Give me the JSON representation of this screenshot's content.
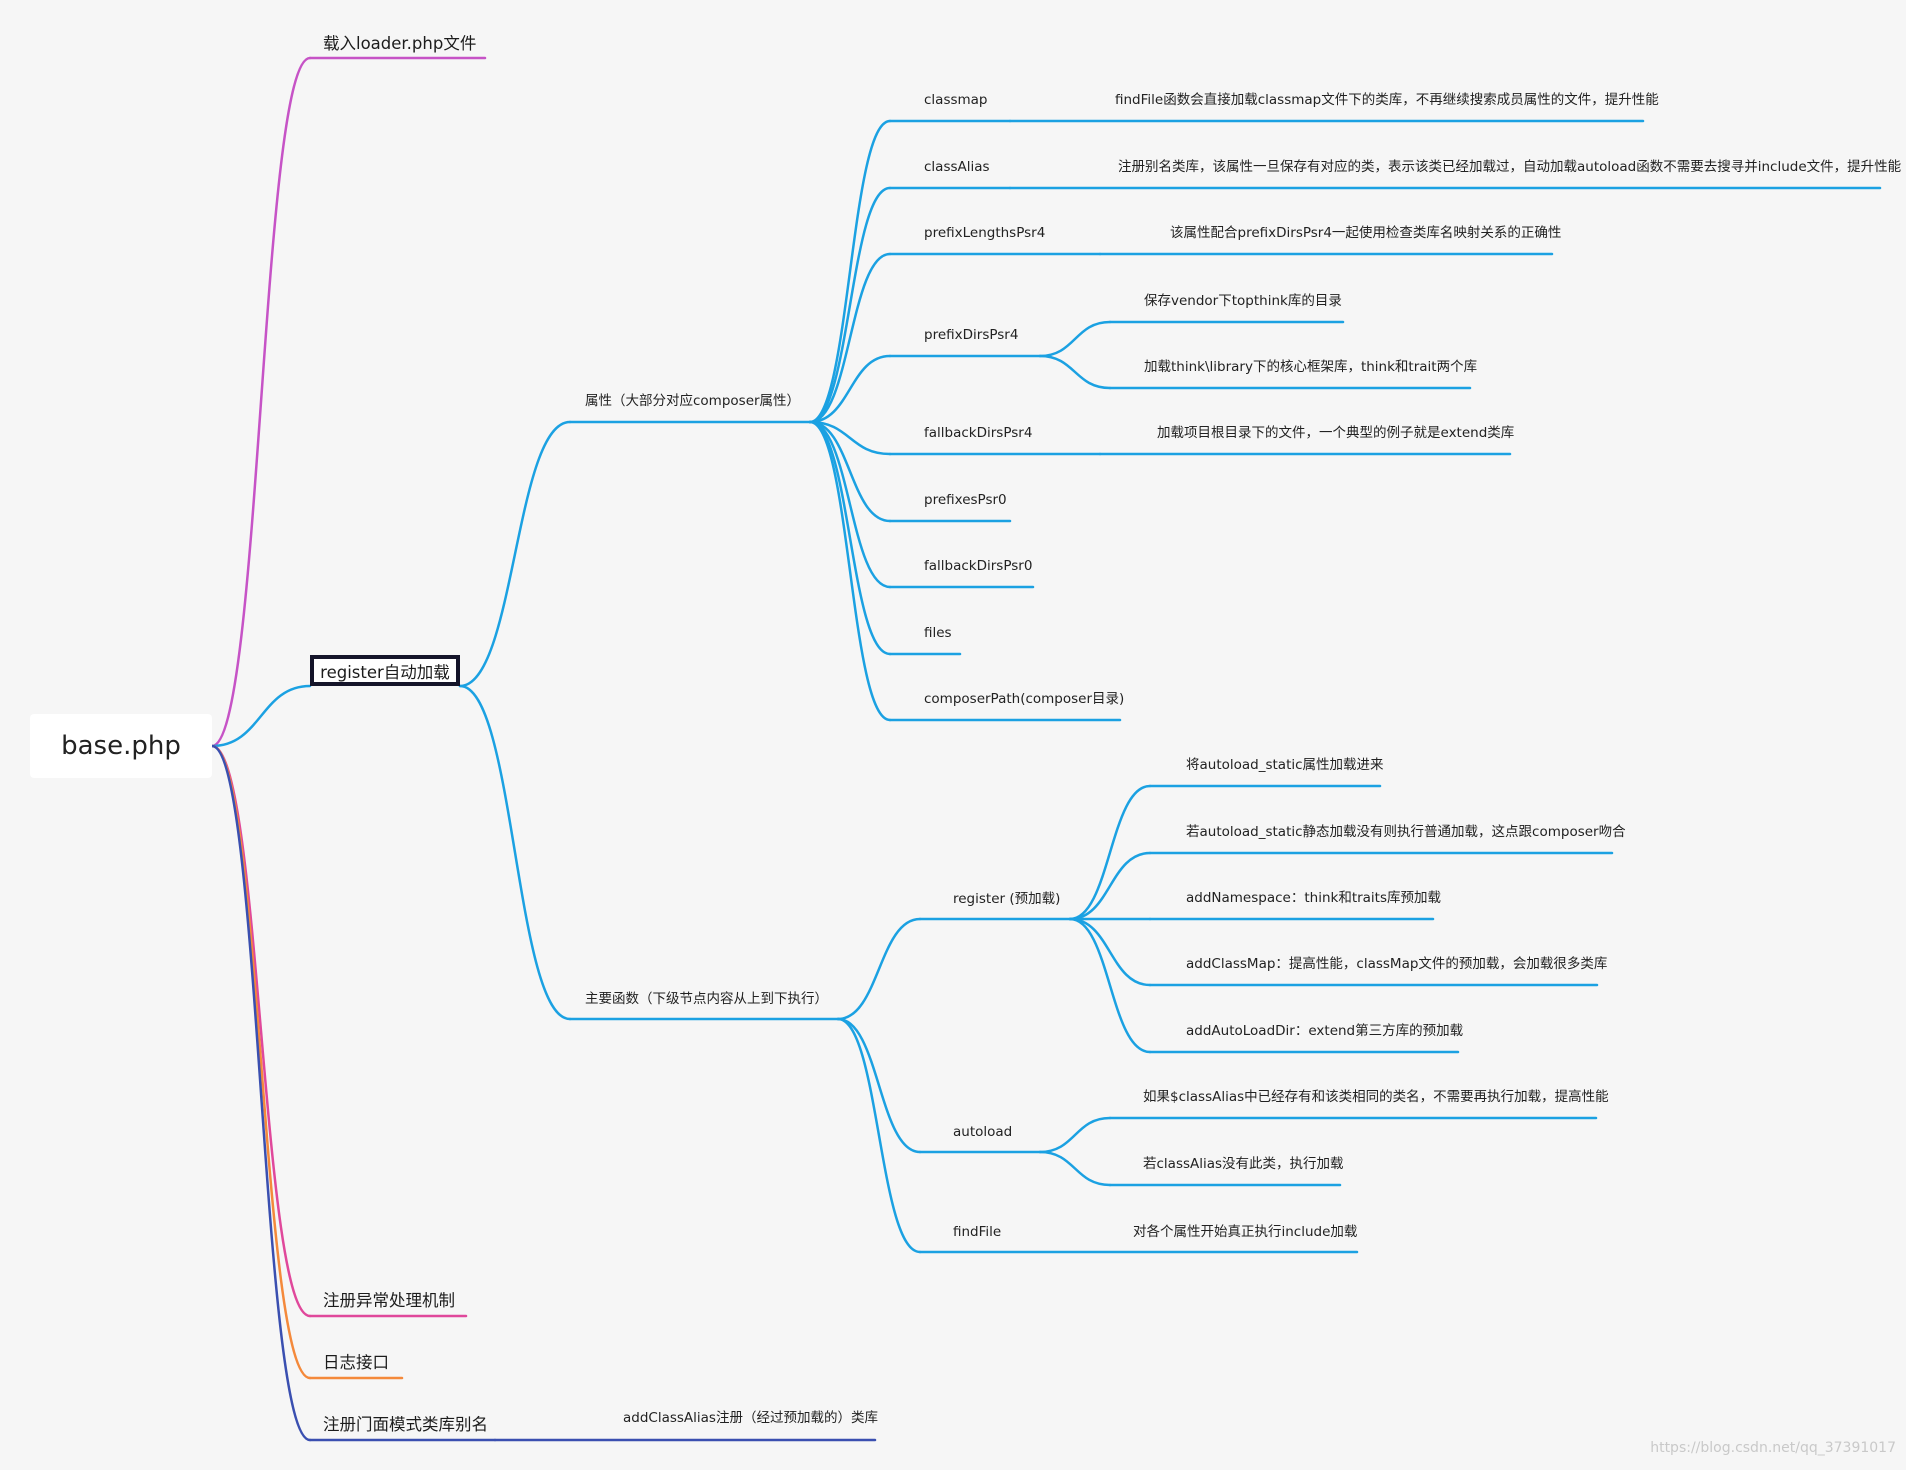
{
  "root": {
    "label": "base.php"
  },
  "children": [
    {
      "id": "loader",
      "label": "载入loader.php文件",
      "color": "#c653c6"
    },
    {
      "id": "register",
      "label": "register自动加载",
      "color": "#1ba1e2",
      "selected": true,
      "children": [
        {
          "id": "props",
          "label": "属性（大部分对应composer属性）",
          "children": [
            {
              "id": "classmap",
              "label": "classmap",
              "children": [
                {
                  "id": "classmap-d",
                  "label": "findFile函数会直接加载classmap文件下的类库，不再继续搜索成员属性的文件，提升性能"
                }
              ]
            },
            {
              "id": "classAlias",
              "label": "classAlias",
              "children": [
                {
                  "id": "classAlias-d",
                  "label": "注册别名类库，该属性一旦保存有对应的类，表示该类已经加载过，自动加载autoload函数不需要去搜寻并include文件，提升性能"
                }
              ]
            },
            {
              "id": "prefixLengthsPsr4",
              "label": "prefixLengthsPsr4",
              "children": [
                {
                  "id": "pl-d",
                  "label": "该属性配合prefixDirsPsr4一起使用检查类库名映射关系的正确性"
                }
              ]
            },
            {
              "id": "prefixDirsPsr4",
              "label": "prefixDirsPsr4",
              "children": [
                {
                  "id": "pd-1",
                  "label": "保存vendor下topthink库的目录"
                },
                {
                  "id": "pd-2",
                  "label": "加载think\\library下的核心框架库，think和trait两个库"
                }
              ]
            },
            {
              "id": "fallbackDirsPsr4",
              "label": "fallbackDirsPsr4",
              "children": [
                {
                  "id": "fb4-d",
                  "label": "加载项目根目录下的文件，一个典型的例子就是extend类库"
                }
              ]
            },
            {
              "id": "prefixesPsr0",
              "label": "prefixesPsr0"
            },
            {
              "id": "fallbackDirsPsr0",
              "label": "fallbackDirsPsr0"
            },
            {
              "id": "files",
              "label": "files"
            },
            {
              "id": "composerPath",
              "label": "composerPath(composer目录)"
            }
          ]
        },
        {
          "id": "funcs",
          "label": "主要函数（下级节点内容从上到下执行）",
          "children": [
            {
              "id": "reg",
              "label": "register (预加载)",
              "children": [
                {
                  "id": "reg-1",
                  "label": "将autoload_static属性加载进来"
                },
                {
                  "id": "reg-2",
                  "label": "若autoload_static静态加载没有则执行普通加载，这点跟composer吻合"
                },
                {
                  "id": "reg-3",
                  "label": "addNamespace：think和traits库预加载"
                },
                {
                  "id": "reg-4",
                  "label": "addClassMap：提高性能，classMap文件的预加载，会加载很多类库"
                },
                {
                  "id": "reg-5",
                  "label": "addAutoLoadDir：extend第三方库的预加载"
                }
              ]
            },
            {
              "id": "autoload",
              "label": "autoload",
              "children": [
                {
                  "id": "al-1",
                  "label": "如果$classAlias中已经存有和该类相同的类名，不需要再执行加载，提高性能"
                },
                {
                  "id": "al-2",
                  "label": "若classAlias没有此类，执行加载"
                }
              ]
            },
            {
              "id": "findFile",
              "label": "findFile",
              "children": [
                {
                  "id": "ff-d",
                  "label": "对各个属性开始真正执行include加载"
                }
              ]
            }
          ]
        }
      ]
    },
    {
      "id": "exception",
      "label": "注册异常处理机制",
      "color": "#e0489b"
    },
    {
      "id": "log",
      "label": "日志接口",
      "color": "#f4893b"
    },
    {
      "id": "facade",
      "label": "注册门面模式类库别名",
      "color": "#3a4fb0",
      "children": [
        {
          "id": "facade-d",
          "label": "addClassAlias注册（经过预加载的）类库"
        }
      ]
    }
  ],
  "watermark": "https://blog.csdn.net/qq_37391017"
}
